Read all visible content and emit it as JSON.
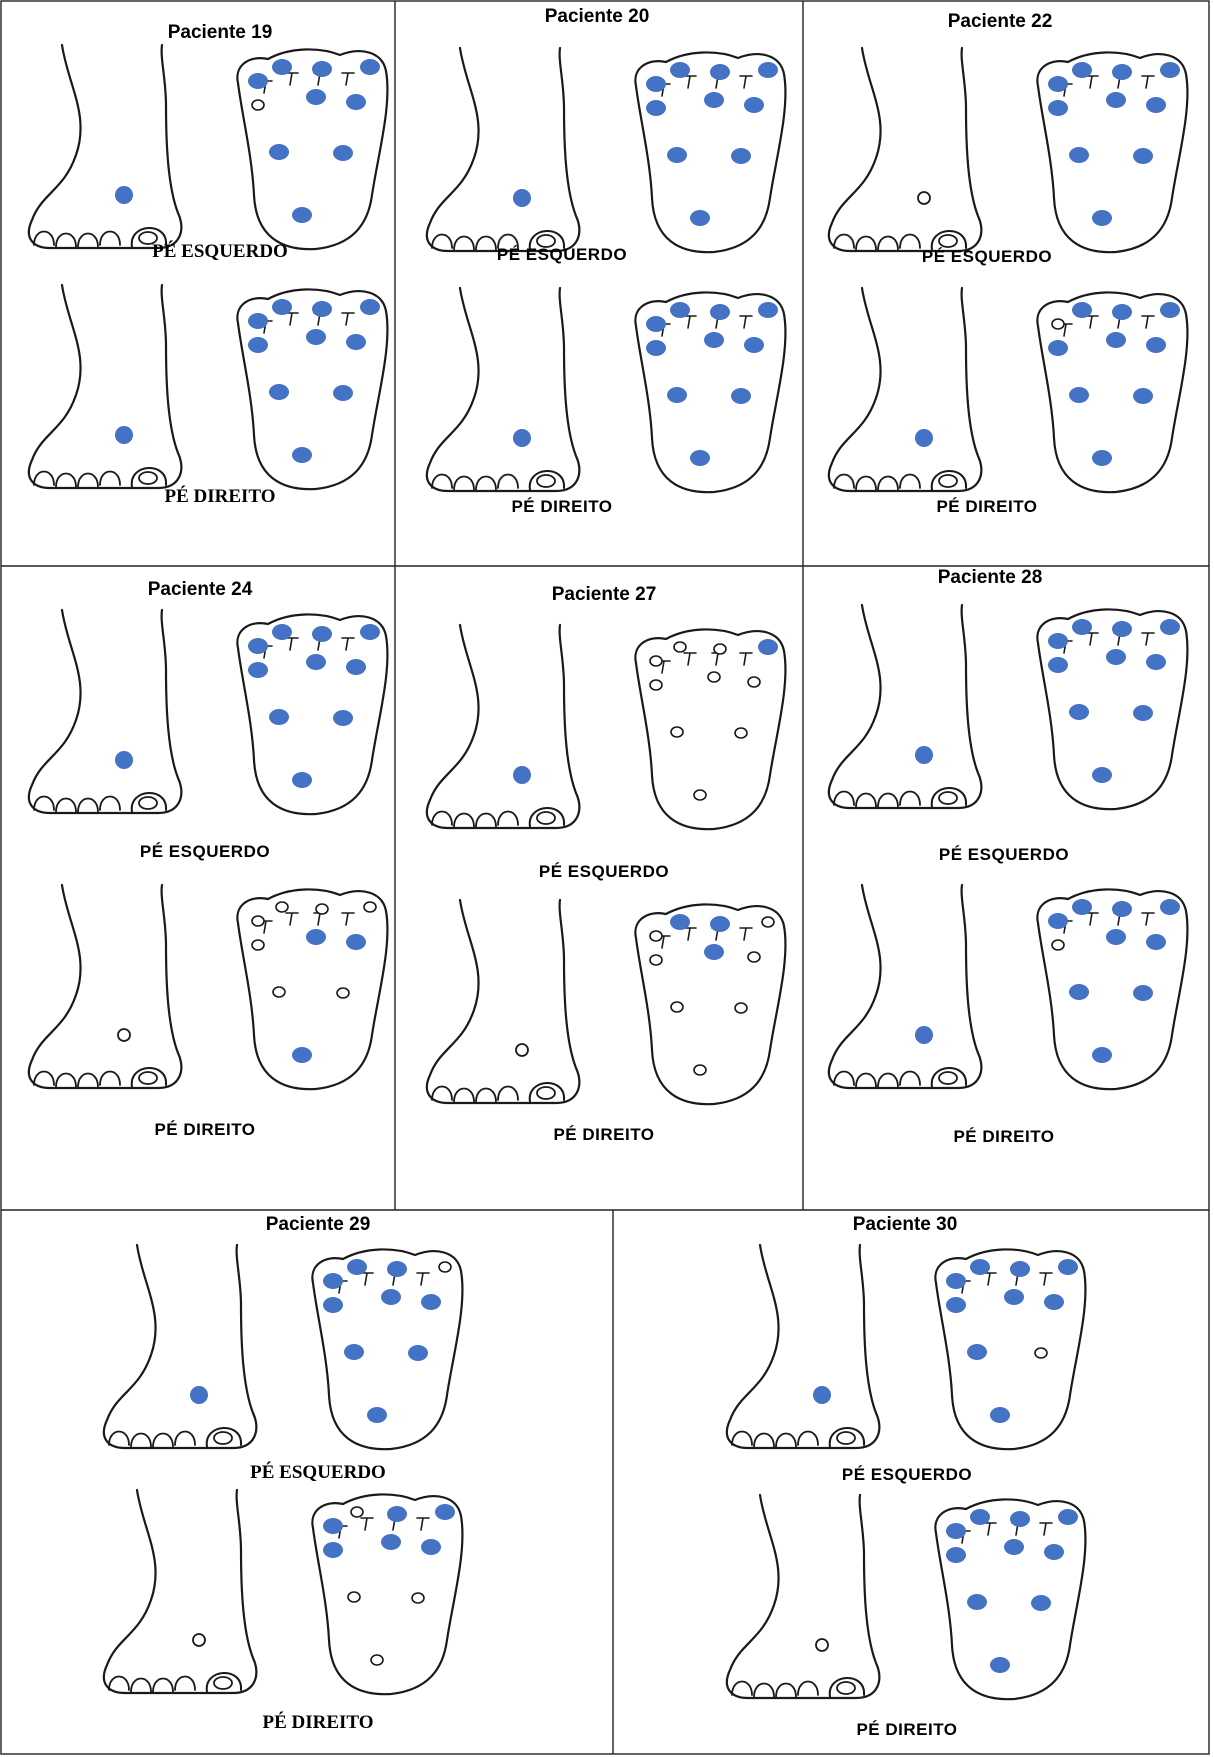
{
  "colors": {
    "filled": "#4472c4",
    "outline": "#1a1a1a"
  },
  "panels": [
    {
      "title": "Paciente 19",
      "left_foot": {
        "label": "PÉ ESQUERDO",
        "dorsal": "filled",
        "plantar": [
          "filled",
          "filled",
          "open",
          "filled",
          "filled",
          "filled",
          "filled",
          "filled",
          "filled",
          "filled"
        ]
      },
      "right_foot": {
        "label": "PÉ DIREITO",
        "dorsal": "filled",
        "plantar": [
          "filled",
          "filled",
          "filled",
          "filled",
          "filled",
          "filled",
          "filled",
          "filled",
          "filled",
          "filled"
        ]
      }
    },
    {
      "title": "Paciente 20",
      "left_foot": {
        "label": "PÉ ESQUERDO",
        "dorsal": "filled",
        "plantar": [
          "filled",
          "filled",
          "filled",
          "filled",
          "filled",
          "filled",
          "filled",
          "filled",
          "filled",
          "filled"
        ]
      },
      "right_foot": {
        "label": "PÉ DIREITO",
        "dorsal": "filled",
        "plantar": [
          "filled",
          "filled",
          "filled",
          "filled",
          "filled",
          "filled",
          "filled",
          "filled",
          "filled",
          "filled"
        ]
      }
    },
    {
      "title": "Paciente 22",
      "left_foot": {
        "label": "PÉ ESQUERDO",
        "dorsal": "open",
        "plantar": [
          "filled",
          "filled",
          "filled",
          "filled",
          "filled",
          "filled",
          "filled",
          "filled",
          "filled",
          "filled"
        ]
      },
      "right_foot": {
        "label": "PÉ DIREITO",
        "dorsal": "filled",
        "plantar": [
          "open",
          "filled",
          "filled",
          "filled",
          "filled",
          "filled",
          "filled",
          "filled",
          "filled",
          "filled"
        ]
      }
    },
    {
      "title": "Paciente 24",
      "left_foot": {
        "label": "PÉ ESQUERDO",
        "dorsal": "filled",
        "plantar": [
          "filled",
          "filled",
          "filled",
          "filled",
          "filled",
          "filled",
          "filled",
          "filled",
          "filled",
          "filled"
        ]
      },
      "right_foot": {
        "label": "PÉ DIREITO",
        "dorsal": "open",
        "plantar": [
          "open",
          "open",
          "open",
          "open",
          "open",
          "filled",
          "filled",
          "open",
          "open",
          "filled"
        ]
      }
    },
    {
      "title": "Paciente 27",
      "left_foot": {
        "label": "PÉ ESQUERDO",
        "dorsal": "filled",
        "plantar": [
          "open",
          "open",
          "open",
          "open",
          "filled",
          "open",
          "open",
          "open",
          "open",
          "open"
        ]
      },
      "right_foot": {
        "label": "PÉ DIREITO",
        "dorsal": "open",
        "plantar": [
          "open",
          "filled",
          "open",
          "filled",
          "open",
          "filled",
          "open",
          "open",
          "open",
          "open"
        ]
      }
    },
    {
      "title": "Paciente 28",
      "left_foot": {
        "label": "PÉ ESQUERDO",
        "dorsal": "filled",
        "plantar": [
          "filled",
          "filled",
          "filled",
          "filled",
          "filled",
          "filled",
          "filled",
          "filled",
          "filled",
          "filled"
        ]
      },
      "right_foot": {
        "label": "PÉ DIREITO",
        "dorsal": "filled",
        "plantar": [
          "filled",
          "filled",
          "open",
          "filled",
          "filled",
          "filled",
          "filled",
          "filled",
          "filled",
          "filled"
        ]
      }
    },
    {
      "title": "Paciente 29",
      "left_foot": {
        "label": "PÉ ESQUERDO",
        "dorsal": "filled",
        "plantar": [
          "filled",
          "filled",
          "filled",
          "filled",
          "open",
          "filled",
          "filled",
          "filled",
          "filled",
          "filled"
        ]
      },
      "right_foot": {
        "label": "PÉ DIREITO",
        "dorsal": "open",
        "plantar": [
          "filled",
          "open",
          "filled",
          "filled",
          "filled",
          "filled",
          "filled",
          "open",
          "open",
          "open"
        ]
      }
    },
    {
      "title": "Paciente 30",
      "left_foot": {
        "label": "PÉ ESQUERDO",
        "dorsal": "filled",
        "plantar": [
          "filled",
          "filled",
          "filled",
          "filled",
          "filled",
          "filled",
          "filled",
          "filled",
          "open",
          "filled"
        ]
      },
      "right_foot": {
        "label": "PÉ DIREITO",
        "dorsal": "open",
        "plantar": [
          "filled",
          "filled",
          "filled",
          "filled",
          "filled",
          "filled",
          "filled",
          "filled",
          "filled",
          "filled"
        ]
      }
    }
  ]
}
